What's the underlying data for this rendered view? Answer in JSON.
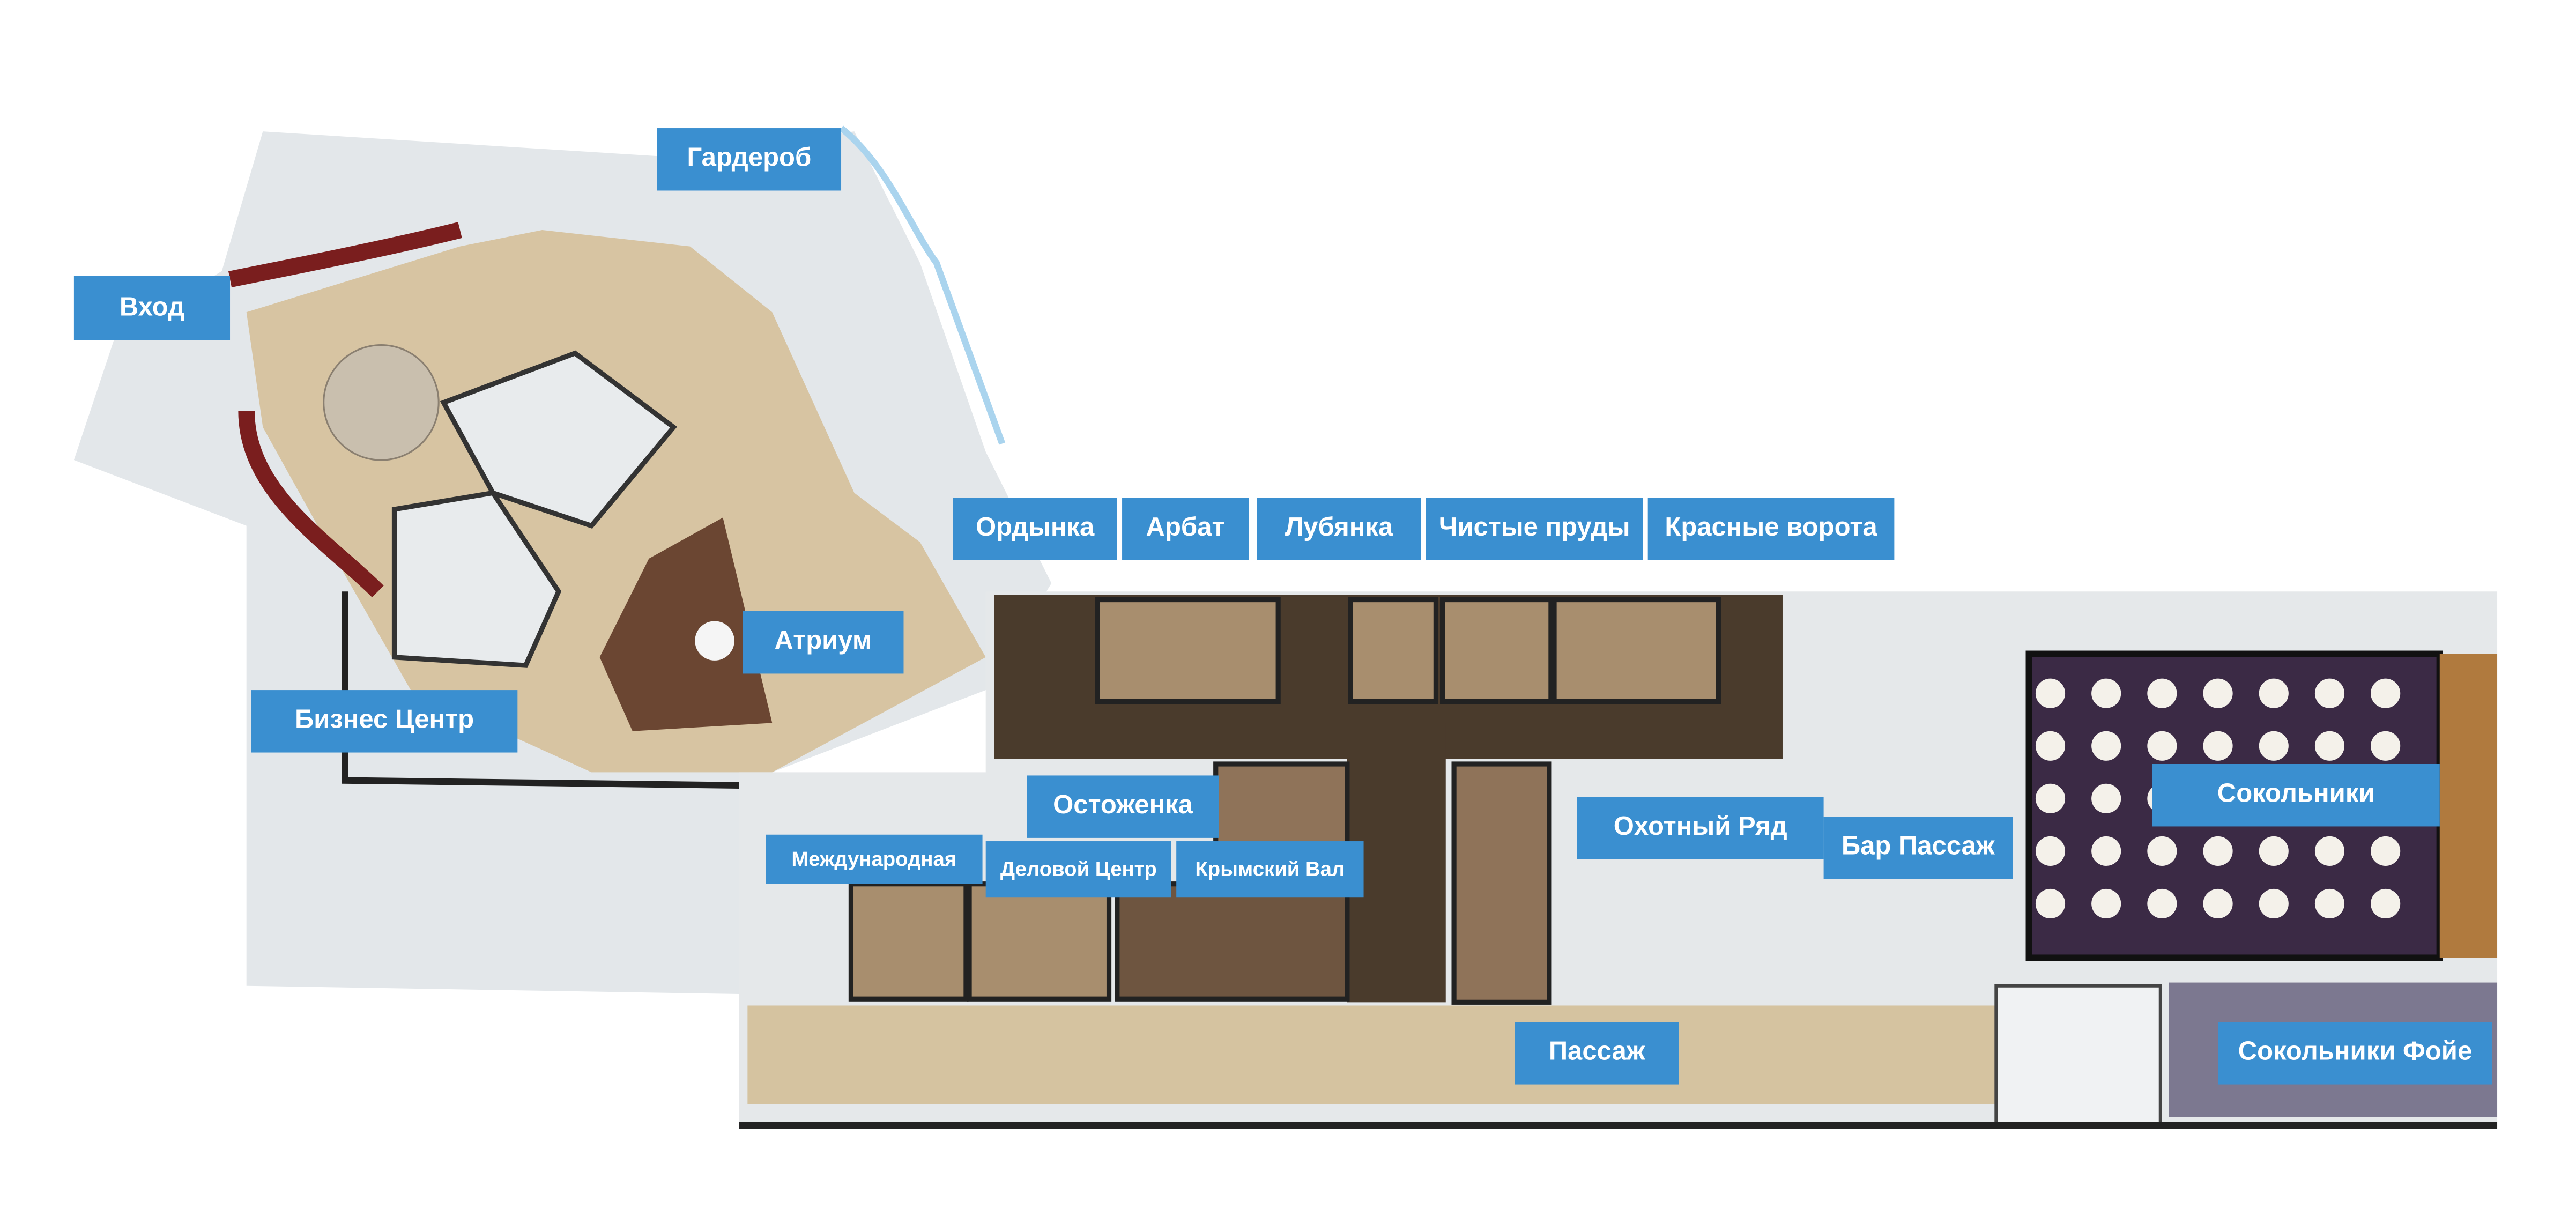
{
  "map": {
    "rooms": [
      {
        "id": "garderob",
        "label": "Гардероб"
      },
      {
        "id": "vhod",
        "label": "Вход"
      },
      {
        "id": "ordynka",
        "label": "Ордынка"
      },
      {
        "id": "arbat",
        "label": "Арбат"
      },
      {
        "id": "lubyanka",
        "label": "Лубянка"
      },
      {
        "id": "chistye-prudy",
        "label": "Чистые пруды"
      },
      {
        "id": "krasnye-vorota",
        "label": "Красные ворота"
      },
      {
        "id": "atrium",
        "label": "Атриум"
      },
      {
        "id": "biznes-centr",
        "label": "Бизнес Центр"
      },
      {
        "id": "ostozhenka",
        "label": "Остоженка"
      },
      {
        "id": "okhotny-ryad",
        "label": "Охотный Ряд"
      },
      {
        "id": "bar-passazh",
        "label": "Бар Пассаж"
      },
      {
        "id": "sokolniki",
        "label": "Сокольники"
      },
      {
        "id": "mezhdunarodnaya",
        "label": "Международная"
      },
      {
        "id": "delovoy-centr",
        "label": "Деловой Центр"
      },
      {
        "id": "krymsky-val",
        "label": "Крымский Вал"
      },
      {
        "id": "passazh",
        "label": "Пассаж"
      },
      {
        "id": "sokolniki-foye",
        "label": "Сокольники Фойе"
      }
    ],
    "label_color": "#3a8fd0"
  }
}
